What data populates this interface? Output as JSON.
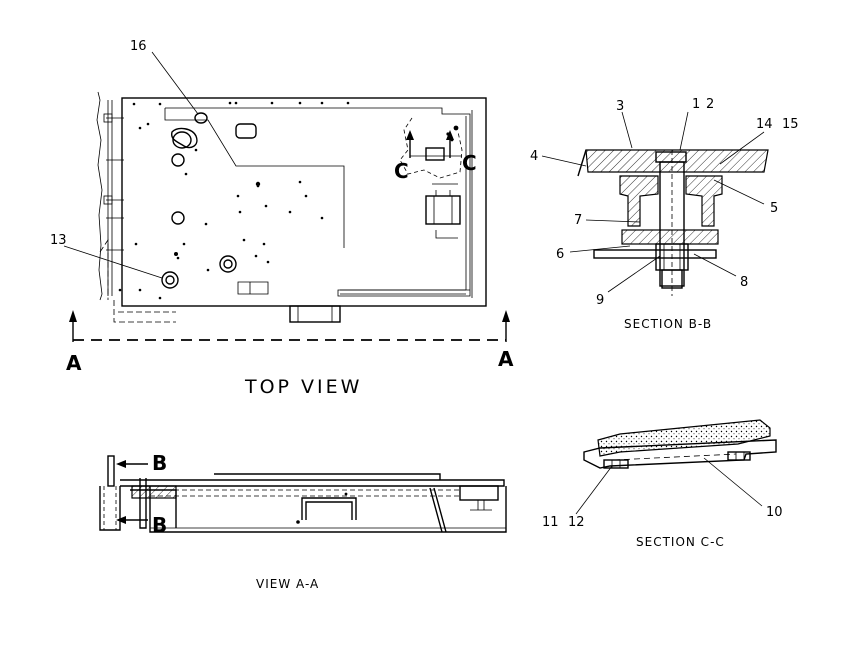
{
  "views": {
    "top_view": "TOP VIEW",
    "view_aa": "VIEW A-A",
    "section_bb": "SECTION B-B",
    "section_cc": "SECTION C-C"
  },
  "section_markers": {
    "a_left": "A",
    "a_right": "A",
    "b_top": "B",
    "b_bottom": "B",
    "c_left": "C",
    "c_right": "C"
  },
  "callouts": {
    "c1": "1",
    "c2": "2",
    "c3": "3",
    "c4": "4",
    "c5": "5",
    "c6": "6",
    "c7": "7",
    "c8": "8",
    "c9": "9",
    "c10": "10",
    "c11": "11",
    "c12": "12",
    "c13": "13",
    "c14": "14",
    "c15": "15",
    "c16": "16"
  }
}
